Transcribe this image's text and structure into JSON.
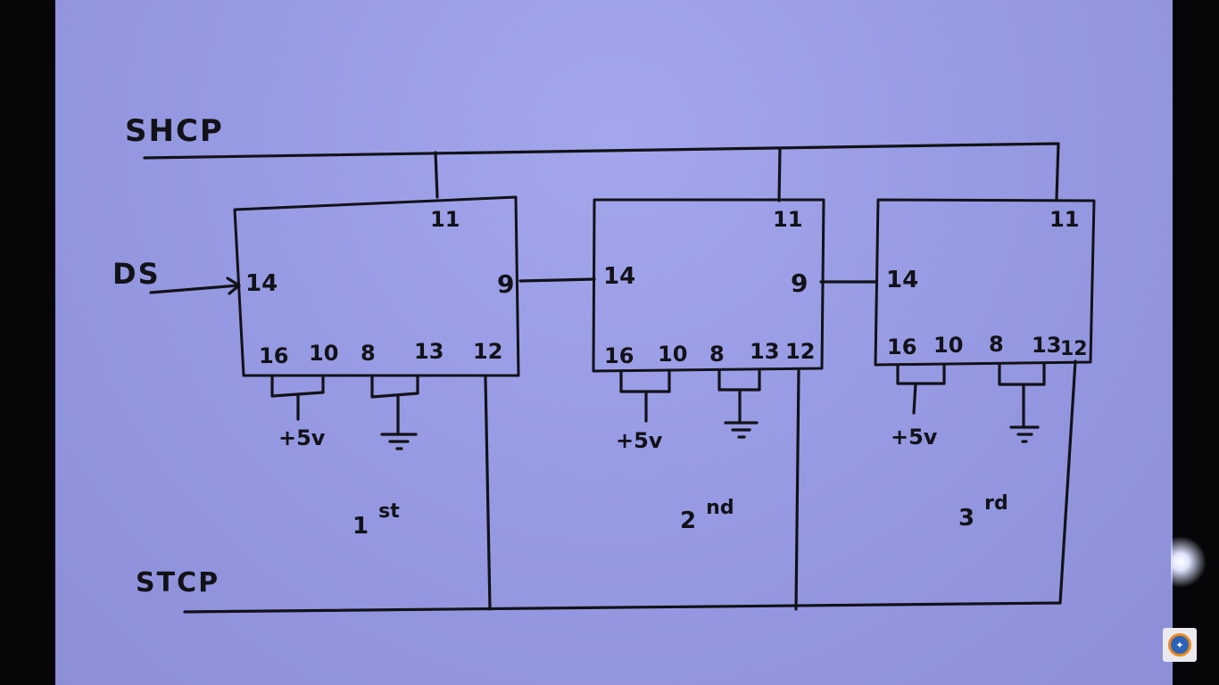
{
  "signals": {
    "shcp": "SHCP",
    "ds": "DS",
    "stcp": "STCP"
  },
  "chips": [
    {
      "ordinal_num": "1",
      "ordinal_suffix": "st",
      "pins": {
        "top": "11",
        "left": "14",
        "right": "9",
        "bottom": [
          "16",
          "10",
          "8",
          "13",
          "12"
        ]
      },
      "supply": "+5v"
    },
    {
      "ordinal_num": "2",
      "ordinal_suffix": "nd",
      "pins": {
        "top": "11",
        "left": "14",
        "right": "9",
        "bottom": [
          "16",
          "10",
          "8",
          "13",
          "12"
        ]
      },
      "supply": "+5v"
    },
    {
      "ordinal_num": "3",
      "ordinal_suffix": "rd",
      "pins": {
        "top": "11",
        "left": "14",
        "bottom": [
          "16",
          "10",
          "8",
          "13",
          "12"
        ]
      },
      "supply": "+5v"
    }
  ],
  "colors": {
    "paper": "#979be3",
    "ink": "#121218",
    "logo_ring": "#e9891e",
    "logo_center": "#2a63b8"
  },
  "icons": {
    "channel_logo": "logo-icon",
    "ground": "ground-icon"
  }
}
